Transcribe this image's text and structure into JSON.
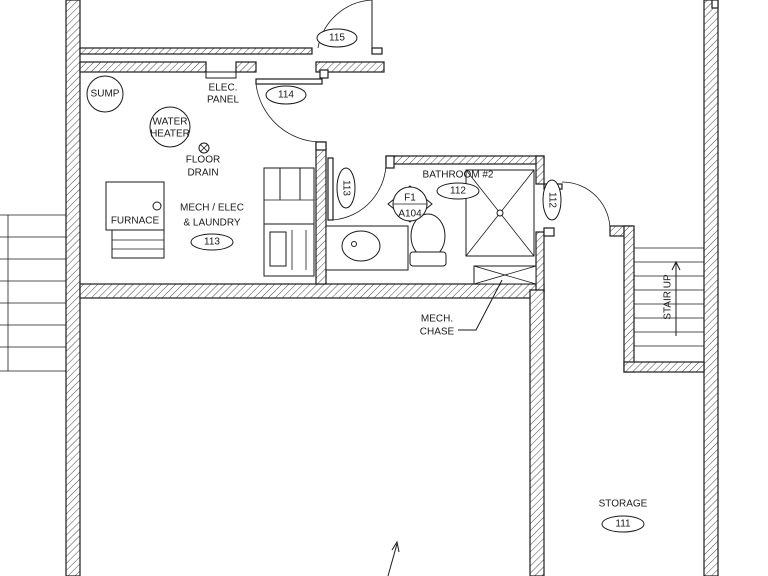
{
  "rooms": {
    "mech": {
      "name_line1": "MECH / ELEC",
      "name_line2": "& LAUNDRY",
      "number": "113"
    },
    "bathroom": {
      "name": "BATHROOM #2",
      "number": "112"
    },
    "storage": {
      "name": "STORAGE",
      "number": "111"
    }
  },
  "doors": {
    "d115": "115",
    "d114": "114",
    "d113": "113",
    "d112": "112"
  },
  "fixtures": {
    "sump": "SUMP",
    "water_heater_line1": "WATER",
    "water_heater_line2": "HEATER",
    "floor_drain_line1": "FLOOR",
    "floor_drain_line2": "DRAIN",
    "elec_panel_line1": "ELEC.",
    "elec_panel_line2": "PANEL",
    "furnace": "FURNACE"
  },
  "section_marker": {
    "top": "F1",
    "bottom": "A104"
  },
  "notes": {
    "mech_chase_line1": "MECH.",
    "mech_chase_line2": "CHASE",
    "stair": "STAIR UP"
  }
}
